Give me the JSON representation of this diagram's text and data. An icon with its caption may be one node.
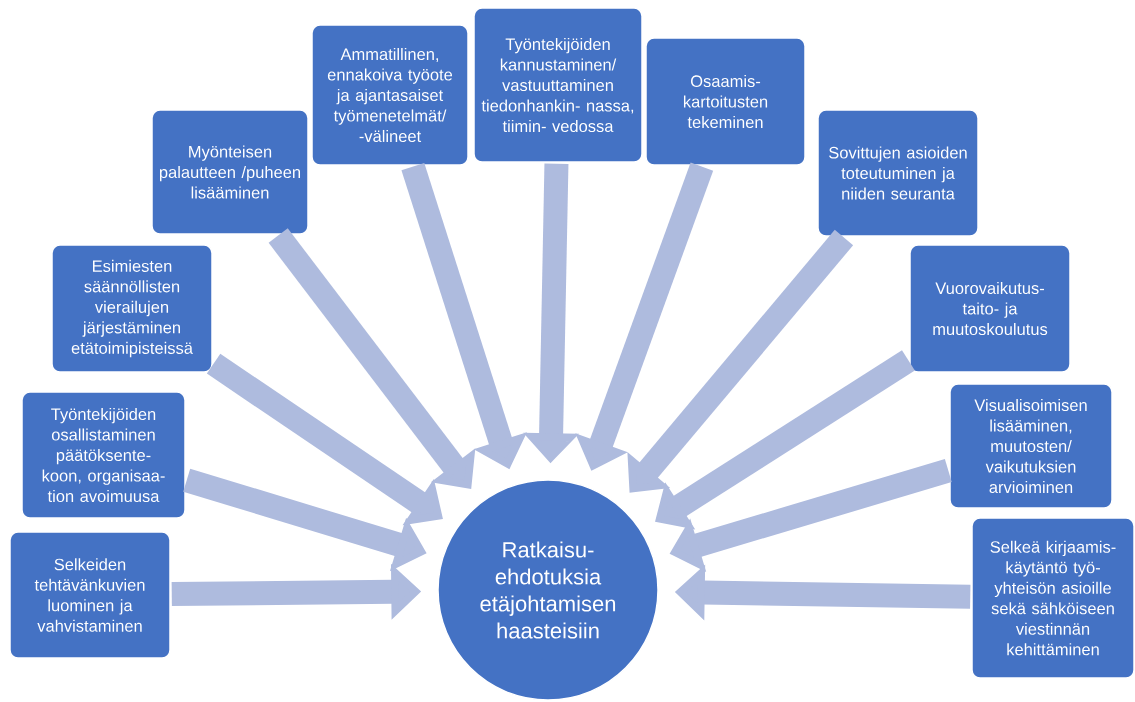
{
  "diagram": {
    "nodes": [
      {
        "text": [
          "Ratkaisu- ehdotuksia etäjohtamisen haasteisiin"
        ]
      },
      {
        "text": [
          "Selkeiden tehtävänkuvien luominen ja vahvistaminen"
        ]
      },
      {
        "text": [
          "Työntekijöiden osallistaminen päätöksente- koon, organisaa- tion avoimuusa"
        ]
      },
      {
        "text": [
          "Esimiesten säännöllisten vierailujen järjestäminen etätoimipisteissä"
        ]
      },
      {
        "text": [
          "Myönteisen palautteen /puheen lisääminen"
        ]
      },
      {
        "text": [
          "Ammatillinen, ennakoiva työote ja ajantasaiset työmenetelmät/ -välineet"
        ]
      },
      {
        "text": [
          "Työntekijöiden kannustaminen/ vastuuttaminen tiedonhankin- nassa, tiimin- vedossa"
        ]
      },
      {
        "text": [
          "Osaamis- kartoitusten tekeminen"
        ]
      },
      {
        "text": [
          "Sovittujen asioiden toteutuminen ja niiden seuranta"
        ]
      },
      {
        "text": [
          "Vuorovaikutus- taito- ja muutoskoulutus"
        ]
      },
      {
        "text": [
          "Visualisoimisen lisääminen, muutosten/ vaikutuksien arvioiminen"
        ]
      },
      {
        "text": [
          "Selkeä kirjaamis- käytäntö työ- yhteisön asioille sekä sähköiseen viestinnän kehittäminen"
        ]
      }
    ],
    "edges": [
      {
        "from": 1,
        "to": 0,
        "arrow": "to"
      },
      {
        "from": 2,
        "to": 0,
        "arrow": "to"
      },
      {
        "from": 3,
        "to": 0,
        "arrow": "to"
      },
      {
        "from": 4,
        "to": 0,
        "arrow": "to"
      },
      {
        "from": 5,
        "to": 0,
        "arrow": "to"
      },
      {
        "from": 6,
        "to": 0,
        "arrow": "to"
      },
      {
        "from": 7,
        "to": 0,
        "arrow": "to"
      },
      {
        "from": 8,
        "to": 0,
        "arrow": "to"
      },
      {
        "from": 9,
        "to": 0,
        "arrow": "to"
      },
      {
        "from": 10,
        "to": 0,
        "arrow": "to"
      },
      {
        "from": 11,
        "to": 0,
        "arrow": "to"
      }
    ]
  }
}
